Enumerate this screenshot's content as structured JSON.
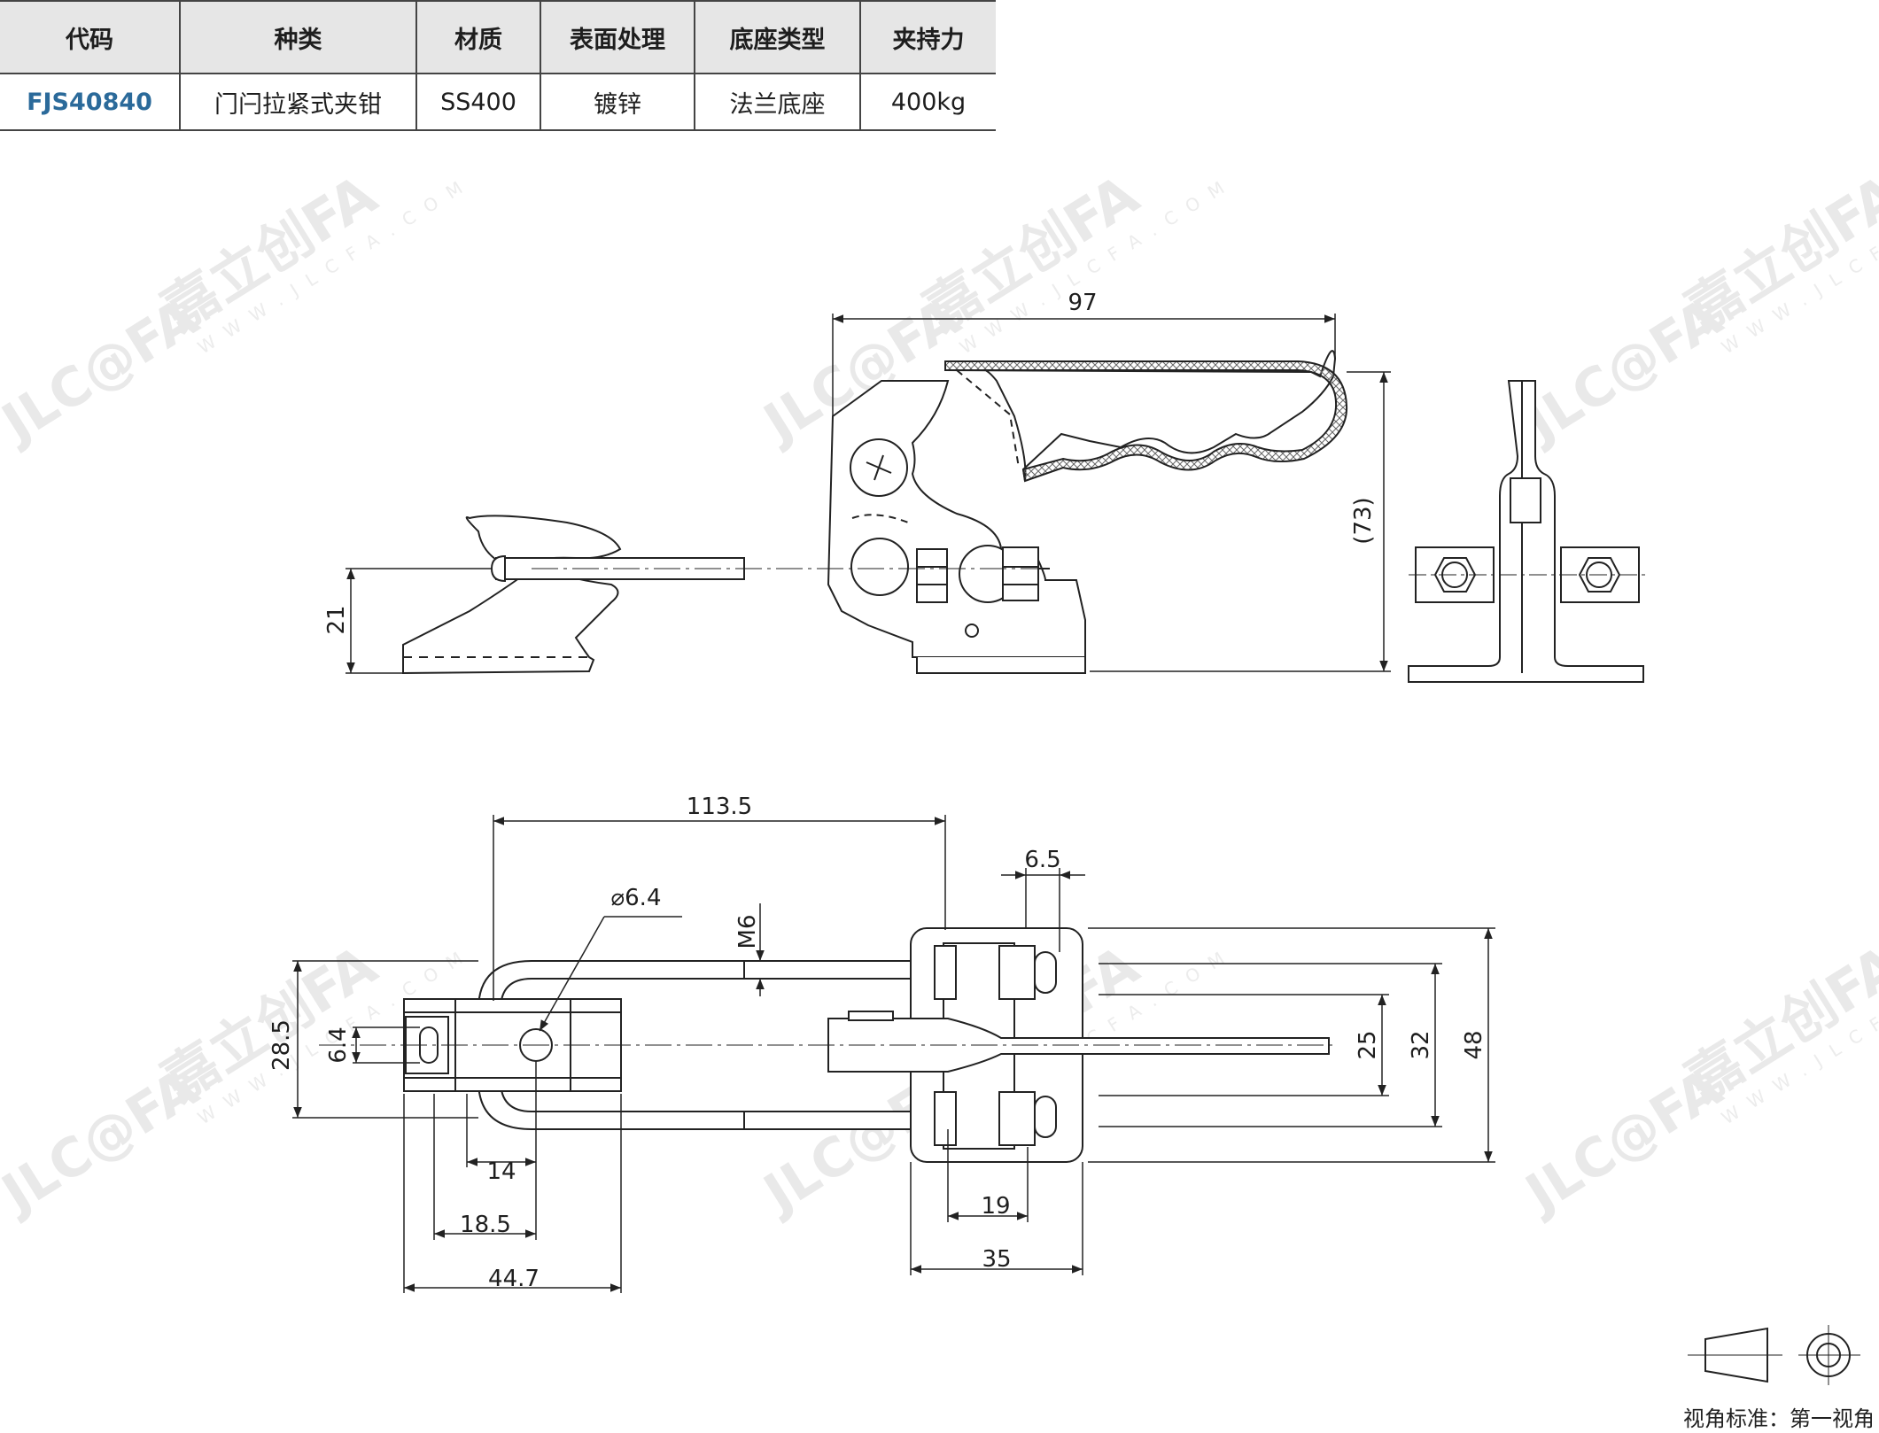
{
  "table": {
    "headers": [
      "代码",
      "种类",
      "材质",
      "表面处理",
      "底座类型",
      "夹持力"
    ],
    "row": [
      "FJS40840",
      "门闩拉紧式夹钳",
      "SS400",
      "镀锌",
      "法兰底座",
      "400kg"
    ]
  },
  "watermark": {
    "brand": "嘉立创FA",
    "logo": "JLC@FA",
    "url": "W W W . J L C F A . C O M"
  },
  "dimensions": {
    "d97": "97",
    "d73": "(73)",
    "d21": "21",
    "d113_5": "113.5",
    "d6_5": "6.5",
    "dia6_4": "⌀6.4",
    "m6": "M6",
    "d28_5": "28.5",
    "d6_4": "6.4",
    "d25": "25",
    "d32": "32",
    "d48": "48",
    "d14": "14",
    "d18_5": "18.5",
    "d44_7": "44.7",
    "d19": "19",
    "d35": "35"
  },
  "view_standard": "视角标准：第一视角"
}
